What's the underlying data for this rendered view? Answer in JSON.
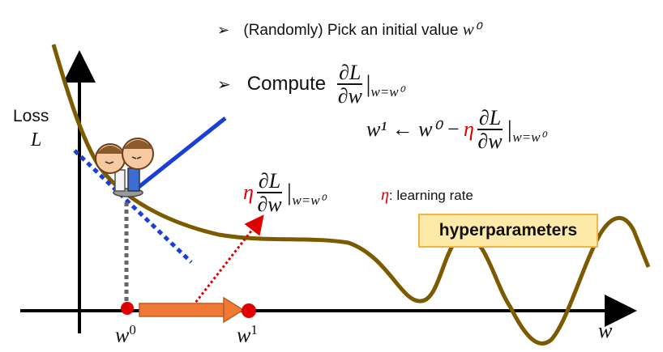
{
  "bullets": {
    "marker": "➢",
    "pick_text": "(Randomly) Pick an initial value ",
    "pick_var": "w⁰",
    "compute_text": "Compute"
  },
  "math": {
    "dL": "∂L",
    "dw": "∂w",
    "eval_bar": "|",
    "eval_sub": "w=w⁰",
    "update_lhs": "w¹ ← w⁰ −",
    "eta": "η"
  },
  "learning_rate": {
    "symbol": "η",
    "label": ": learning rate"
  },
  "hyperparameters_label": "hyperparameters",
  "axis": {
    "y_label_line1": "Loss",
    "y_label_line2": "L",
    "x_label": "w",
    "w0_label": "w",
    "w0_sup": "0",
    "w1_label": "w",
    "w1_sup": "1"
  },
  "colors": {
    "curve": "#7b5a00",
    "tangent": "#1a3fd6",
    "dash_tangent": "#1a3fd6",
    "point": "#e00000",
    "step_arrow": "#f07a35",
    "eta": "#e00000",
    "highlight_bg": "#fde9a8",
    "highlight_border": "#f5b342"
  },
  "icons": [
    "two-cartoon-kids-icon"
  ]
}
